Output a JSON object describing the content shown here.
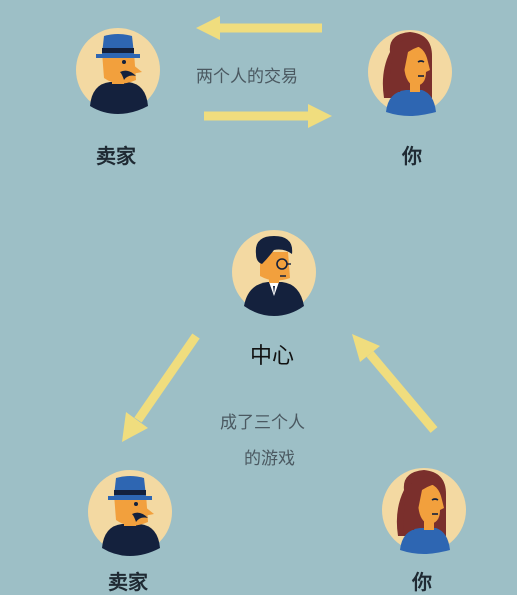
{
  "colors": {
    "background": "#9dbfc6",
    "arrow": "#f0dd7e",
    "avatar_bg": "#f3d9a2",
    "skin": "#f2a03d",
    "navy": "#14213d",
    "hat": "#2e66b2",
    "hair": "#7a2f2c",
    "text": "#1f2a33",
    "caption": "#4b5961"
  },
  "top": {
    "seller_label": "卖家",
    "you_label": "你",
    "caption": "两个人的交易"
  },
  "center": {
    "label": "中心"
  },
  "bottom": {
    "caption_line1": "成了三个人",
    "caption_line2": "的游戏",
    "seller_label": "卖家",
    "you_label": "你"
  }
}
